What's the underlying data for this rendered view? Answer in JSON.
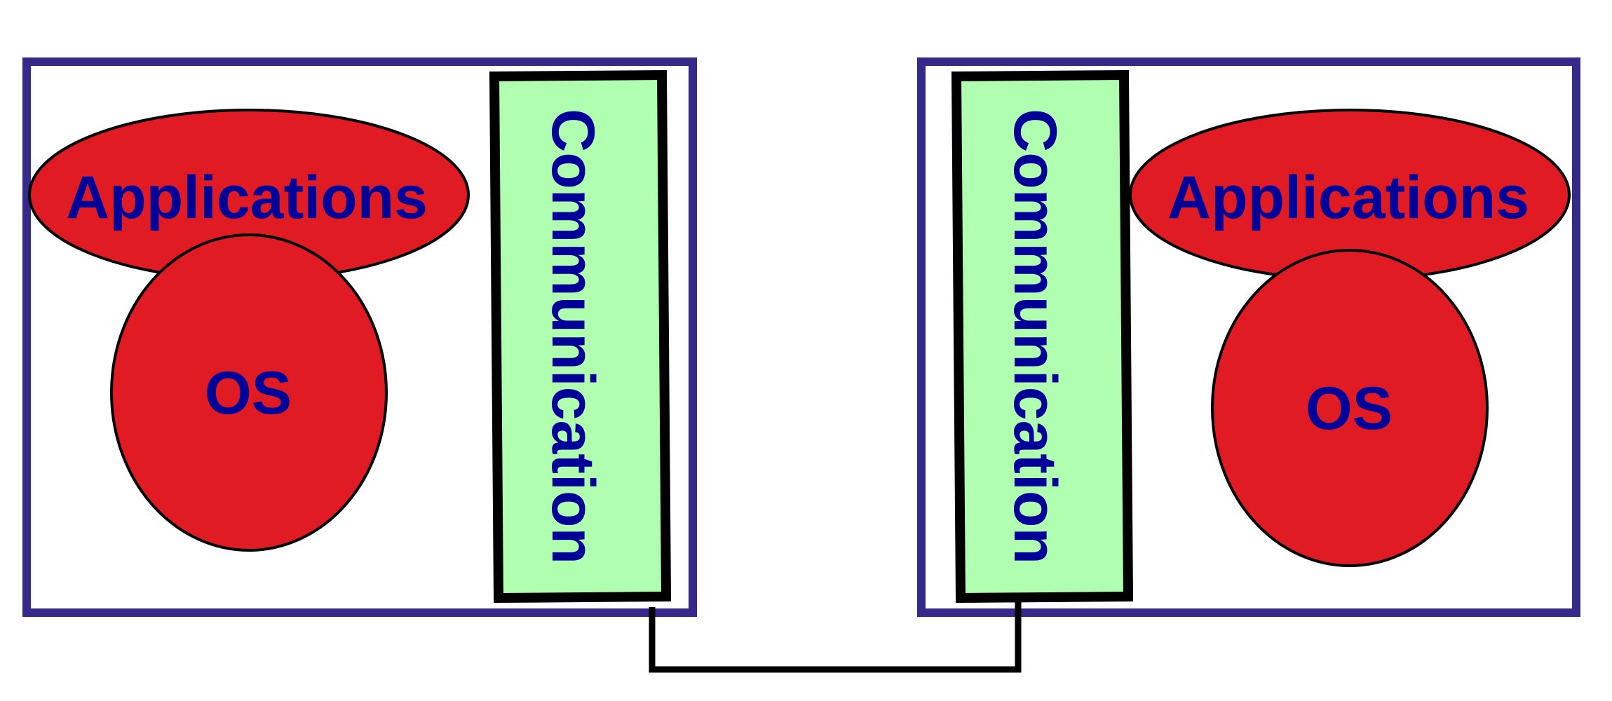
{
  "colors": {
    "frame": "#35298a",
    "blob": "#e01b24",
    "comm_fill": "#b0ffb0",
    "text": "#000099",
    "line": "#000000"
  },
  "left_node": {
    "applications_label": "Applications",
    "os_label": "OS",
    "communication_label": "Communication"
  },
  "right_node": {
    "applications_label": "Applications",
    "os_label": "OS",
    "communication_label": "Communication"
  }
}
